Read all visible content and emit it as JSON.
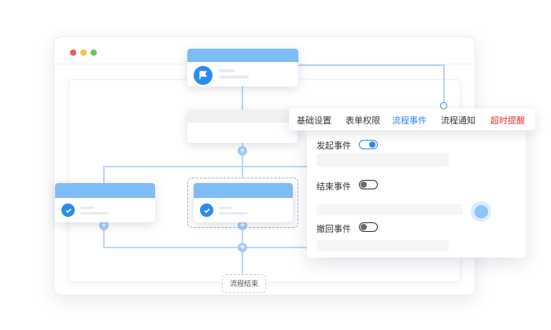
{
  "colors": {
    "accent": "#2c86e8",
    "node_header": "#7ebcf5",
    "connector": "#b7d6f4",
    "alert": "#e03232",
    "window_dots": [
      "#f25a5a",
      "#f6c445",
      "#5bc95b"
    ]
  },
  "icons": {
    "start": "flag-icon",
    "node_check": "check-circle-icon"
  },
  "tabs": [
    {
      "label": "基础设置",
      "state": "default"
    },
    {
      "label": "表单权限",
      "state": "default"
    },
    {
      "label": "流程事件",
      "state": "active"
    },
    {
      "label": "流程通知",
      "state": "default"
    },
    {
      "label": "超时提醒",
      "state": "alert"
    }
  ],
  "events": [
    {
      "label": "发起事件",
      "enabled": true
    },
    {
      "label": "结束事件",
      "enabled": false
    },
    {
      "label": "撤回事件",
      "enabled": false
    }
  ],
  "flow": {
    "end_label": "流程结束"
  }
}
